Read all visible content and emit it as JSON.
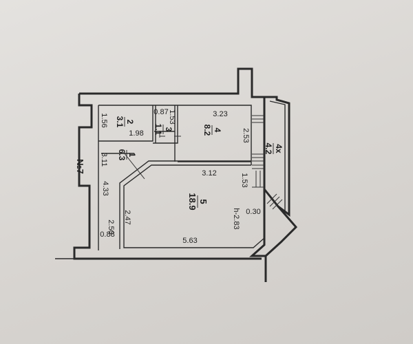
{
  "plan": {
    "apartment_label": "№7",
    "ceiling_height": "h-2.83",
    "rooms": [
      {
        "id": "room-2",
        "number": "2",
        "area": "3.1"
      },
      {
        "id": "room-3",
        "number": "3",
        "area": "1.1"
      },
      {
        "id": "room-4",
        "number": "4",
        "area": "8.2"
      },
      {
        "id": "room-1",
        "number": "1",
        "area": "6.3"
      },
      {
        "id": "room-5",
        "number": "5",
        "area": "18.9"
      },
      {
        "id": "room-4x",
        "number": "4х",
        "area": "4.2"
      }
    ],
    "dimensions": [
      "1.56",
      "1.98",
      "0.87",
      "1.53",
      "3.23",
      "2.53",
      "3.11",
      "3.12",
      "1.53",
      "4.33",
      "2.50",
      "2.47",
      "0.30",
      "0.88",
      "5.63"
    ]
  }
}
